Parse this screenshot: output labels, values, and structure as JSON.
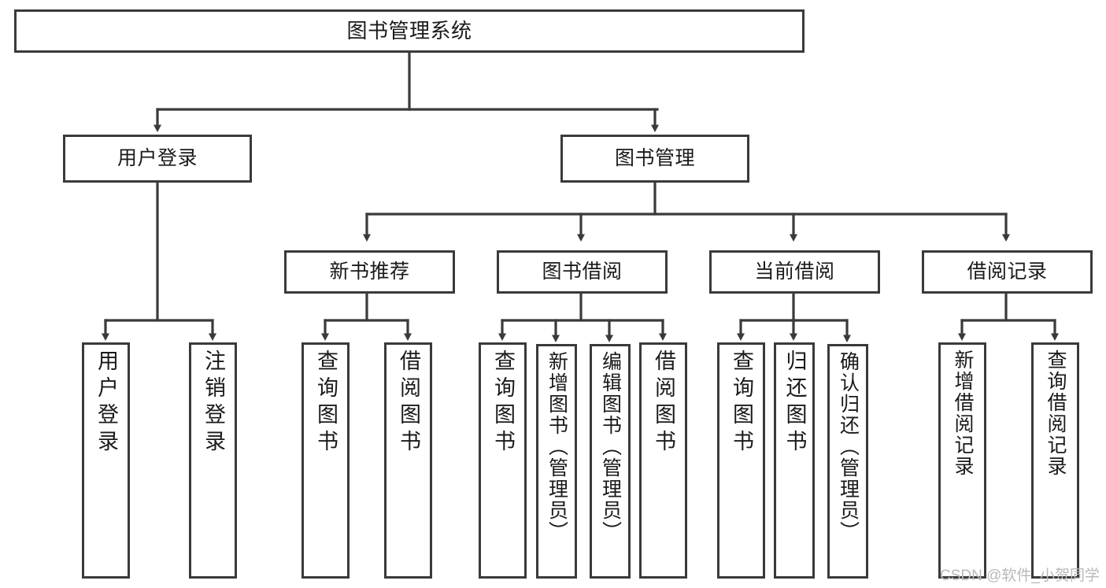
{
  "diagram": {
    "type": "tree-hierarchy-chart",
    "title": "图书管理系统",
    "orientation": "top-down",
    "colors": {
      "stroke": "#3a3a3a",
      "fill": "#ffffff",
      "text": "#1a1a1a",
      "watermark": "#b9b9b9"
    },
    "root": {
      "label": "图书管理系统"
    },
    "level1": [
      {
        "id": "user-login",
        "label": "用户登录"
      },
      {
        "id": "book-management",
        "label": "图书管理"
      }
    ],
    "level2": [
      {
        "id": "new-book-recommend",
        "label": "新书推荐"
      },
      {
        "id": "book-borrow",
        "label": "图书借阅"
      },
      {
        "id": "current-borrow",
        "label": "当前借阅"
      },
      {
        "id": "borrow-record",
        "label": "借阅记录"
      }
    ],
    "leaves": {
      "user-login": [
        {
          "id": "leaf-user-login",
          "label": "用户登录"
        },
        {
          "id": "leaf-logout-login",
          "label": "注销登录"
        }
      ],
      "new-book-recommend": [
        {
          "id": "leaf-query-book-1",
          "label": "查询图书"
        },
        {
          "id": "leaf-borrow-book-1",
          "label": "借阅图书"
        }
      ],
      "book-borrow": [
        {
          "id": "leaf-query-book-2",
          "label": "查询图书"
        },
        {
          "id": "leaf-add-book",
          "label": "新增图书（管理员）"
        },
        {
          "id": "leaf-edit-book",
          "label": "编辑图书（管理员）"
        },
        {
          "id": "leaf-borrow-book-2",
          "label": "借阅图书"
        }
      ],
      "current-borrow": [
        {
          "id": "leaf-query-book-3",
          "label": "查询图书"
        },
        {
          "id": "leaf-return-book",
          "label": "归还图书"
        },
        {
          "id": "leaf-confirm-return",
          "label": "确认归还（管理员）"
        }
      ],
      "borrow-record": [
        {
          "id": "leaf-add-record",
          "label": "新增借阅记录"
        },
        {
          "id": "leaf-query-record",
          "label": "查询借阅记录"
        }
      ]
    }
  },
  "watermark": {
    "text": "CSDN @软件_小贺同学"
  }
}
